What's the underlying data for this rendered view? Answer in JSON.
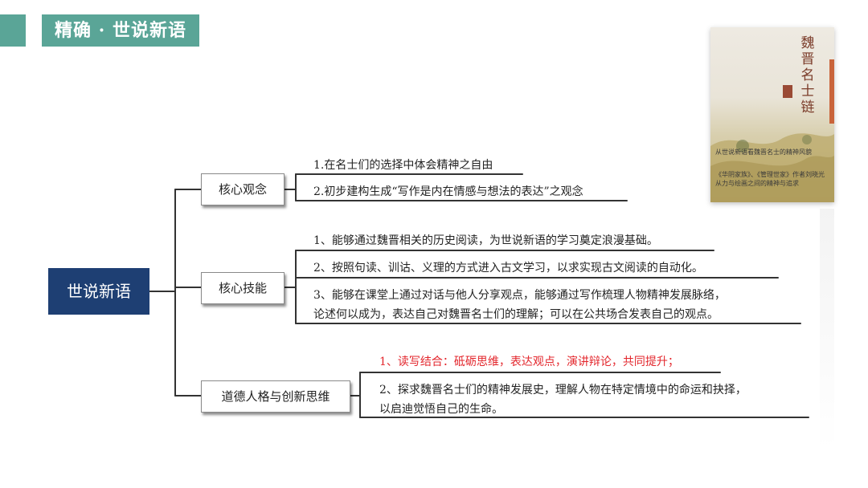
{
  "header": {
    "title": "精确 · 世说新语"
  },
  "book": {
    "title": "魏晋名士链",
    "text_line1": "从世说新语看魏晋名士的精神风貌",
    "text_line2": "《华阴家族》、《管理世家》作者刘晓光 从力与绘画之间的精神与追求",
    "colors": {
      "spine_accent": "#c9643b",
      "title": "#7b3c2a"
    }
  },
  "mindmap": {
    "root": "世说新语",
    "branches": [
      {
        "label": "核心观念",
        "items": [
          "1.在名士们的选择中体会精神之自由",
          "2.初步建构生成“写作是内在情感与想法的表达”之观念"
        ]
      },
      {
        "label": "核心技能",
        "items": [
          "1、能够通过魏晋相关的历史阅读，为世说新语的学习奠定浪漫基础。",
          "2、按照句读、训诂、义理的方式进入古文学习，以求实现古文阅读的自动化。",
          "3、能够在课堂上通过对话与他人分享观点，能够通过写作梳理人物精神发展脉络，",
          "论述何以成为，表达自己对魏晋名士们的理解；可以在公共场合发表自己的观点。"
        ]
      },
      {
        "label": "道德人格与创新思维",
        "items": [
          "1、读写结合：砥砺思维，表达观点，演讲辩论，共同提升；",
          "2、探求魏晋名士们的精神发展史，理解人物在特定情境中的命运和抉择，",
          "以启迪觉悟自己的生命。"
        ]
      }
    ]
  },
  "colors": {
    "accent_teal": "#5aa597",
    "root_navy": "#1e3f73",
    "highlight_red": "#e3262c",
    "connector": "#333333"
  }
}
